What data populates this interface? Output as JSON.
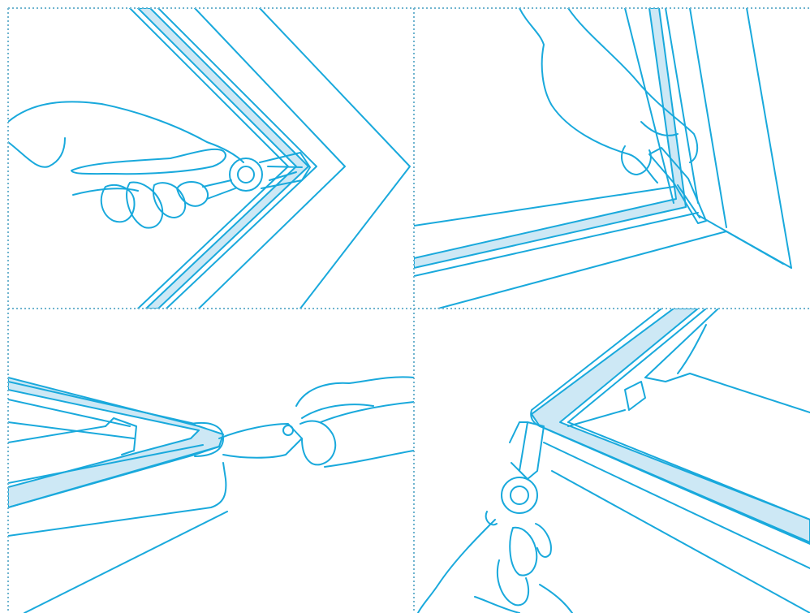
{
  "colors": {
    "line": "#19a9dc",
    "fill": "#cde8f5",
    "divider": "#6fb4cf",
    "background": "#ffffff"
  },
  "panels": [
    {
      "id": "top-left",
      "icon": "cutting-pliers-at-corner"
    },
    {
      "id": "top-right",
      "icon": "utility-knife-cutting-seal"
    },
    {
      "id": "bottom-left",
      "icon": "pliers-pulling-seal"
    },
    {
      "id": "bottom-right",
      "icon": "pliers-trimming-seal-corner"
    }
  ]
}
